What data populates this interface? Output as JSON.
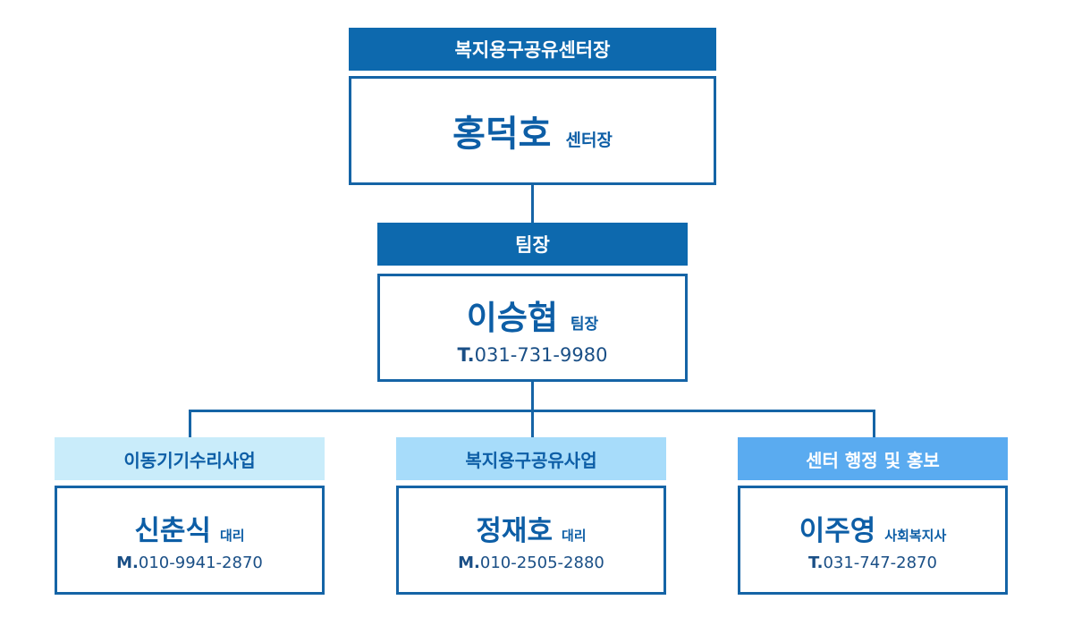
{
  "director": {
    "header": "복지용구공유센터장",
    "name": "홍덕호",
    "title": "센터장"
  },
  "leader": {
    "header": "팀장",
    "name": "이승협",
    "title": "팀장",
    "phone_prefix": "T.",
    "phone": "031-731-9980"
  },
  "teams": [
    {
      "header": "이동기기수리사업",
      "name": "신춘식",
      "title": "대리",
      "phone_prefix": "M.",
      "phone": "010-9941-2870"
    },
    {
      "header": "복지용구공유사업",
      "name": "정재호",
      "title": "대리",
      "phone_prefix": "M.",
      "phone": "010-2505-2880"
    },
    {
      "header": "센터 행정 및 홍보",
      "name": "이주영",
      "title": "사회복지사",
      "phone_prefix": "T.",
      "phone": "031-747-2870"
    }
  ],
  "colors": {
    "header_dark": "#0d69ae",
    "team_header_1": "#c9ecfa",
    "team_header_2": "#a7dcfa",
    "team_header_3": "#5aabf0",
    "border": "#1564a6"
  }
}
